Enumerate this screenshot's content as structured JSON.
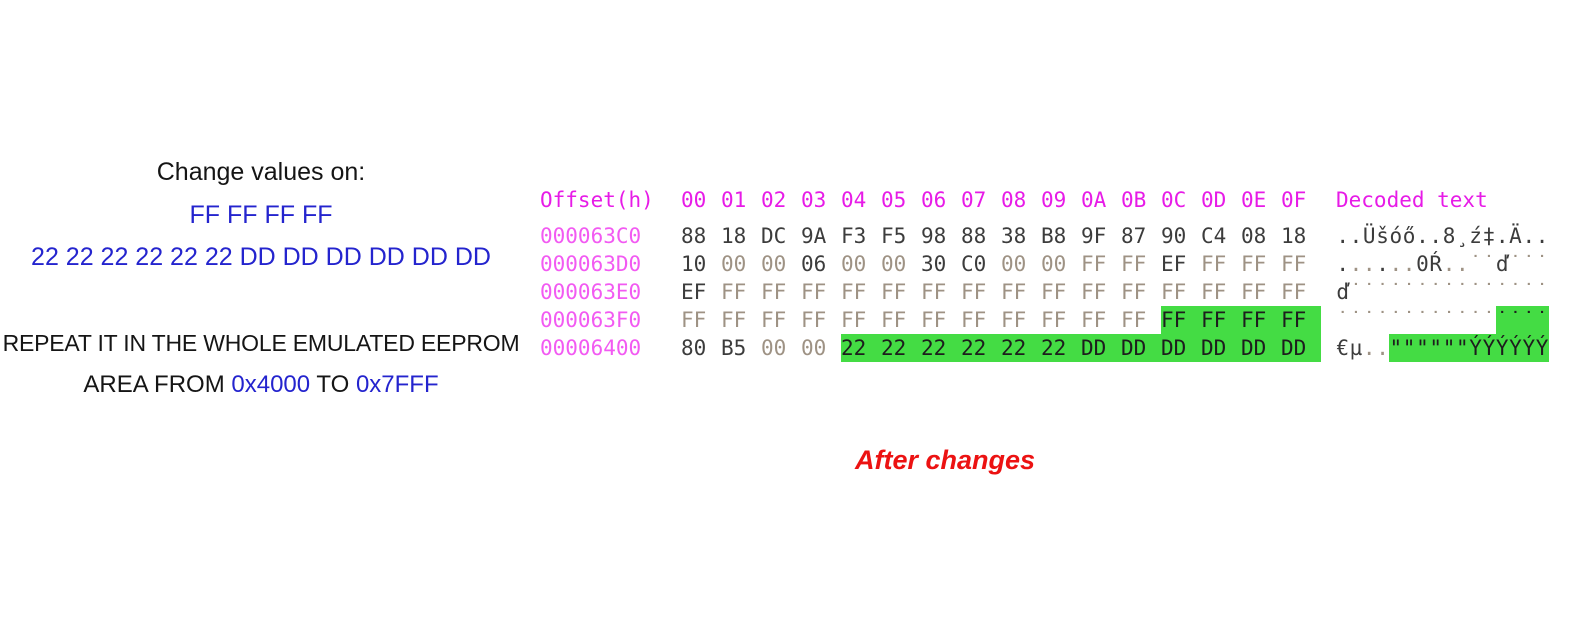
{
  "annotation": {
    "heading": "Change values on:",
    "values_line1": "FF FF FF FF",
    "values_line2": "22 22 22 22 22 22 DD DD DD DD DD DD",
    "repeat_line": "REPEAT IT IN THE WHOLE EMULATED EEPROM",
    "area": [
      "AREA FROM ",
      "0x4000",
      " TO ",
      "0x7FFF"
    ]
  },
  "caption": "After changes",
  "hex": {
    "header": {
      "offset": "Offset(h)",
      "columns": [
        "00",
        "01",
        "02",
        "03",
        "04",
        "05",
        "06",
        "07",
        "08",
        "09",
        "0A",
        "0B",
        "0C",
        "0D",
        "0E",
        "0F"
      ],
      "decoded": "Decoded text"
    },
    "rows": [
      {
        "offset": "000063C0",
        "bytes": [
          "88",
          "18",
          "DC",
          "9A",
          "F3",
          "F5",
          "98",
          "88",
          "38",
          "B8",
          "9F",
          "87",
          "90",
          "C4",
          "08",
          "18"
        ],
        "decoded": "..Üšóő..8¸ź‡.Ä..",
        "hl": null
      },
      {
        "offset": "000063D0",
        "bytes": [
          "10",
          "00",
          "00",
          "06",
          "00",
          "00",
          "30",
          "C0",
          "00",
          "00",
          "FF",
          "FF",
          "EF",
          "FF",
          "FF",
          "FF"
        ],
        "decoded": "......0Ŕ..˙˙ď˙˙˙",
        "hl": null
      },
      {
        "offset": "000063E0",
        "bytes": [
          "EF",
          "FF",
          "FF",
          "FF",
          "FF",
          "FF",
          "FF",
          "FF",
          "FF",
          "FF",
          "FF",
          "FF",
          "FF",
          "FF",
          "FF",
          "FF"
        ],
        "decoded": "ď˙˙˙˙˙˙˙˙˙˙˙˙˙˙˙",
        "hl": null
      },
      {
        "offset": "000063F0",
        "bytes": [
          "FF",
          "FF",
          "FF",
          "FF",
          "FF",
          "FF",
          "FF",
          "FF",
          "FF",
          "FF",
          "FF",
          "FF",
          "FF",
          "FF",
          "FF",
          "FF"
        ],
        "decoded": "˙˙˙˙˙˙˙˙˙˙˙˙˙˙˙˙",
        "hl": [
          12,
          15
        ]
      },
      {
        "offset": "00006400",
        "bytes": [
          "80",
          "B5",
          "00",
          "00",
          "22",
          "22",
          "22",
          "22",
          "22",
          "22",
          "DD",
          "DD",
          "DD",
          "DD",
          "DD",
          "DD"
        ],
        "decoded": "€µ..\"\"\"\"\"\"ÝÝÝÝÝÝ",
        "hl": [
          4,
          15
        ]
      }
    ]
  },
  "colors": {
    "blue": "#2424CE",
    "red": "#EC1212",
    "magenta_header": "#E71BE7",
    "magenta_offset": "#F25AF2",
    "green": "#44DC44",
    "byte": "#3C3C3C",
    "byte_dim": "#9E9284"
  }
}
